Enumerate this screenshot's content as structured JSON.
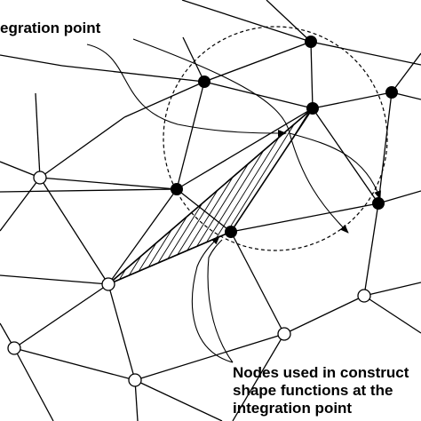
{
  "labels": {
    "top": "egration point",
    "bottom": [
      "Nodes used in construct",
      "shape functions at the",
      "integration point"
    ]
  },
  "colors": {
    "line": "#000000",
    "background": "#ffffff"
  }
}
